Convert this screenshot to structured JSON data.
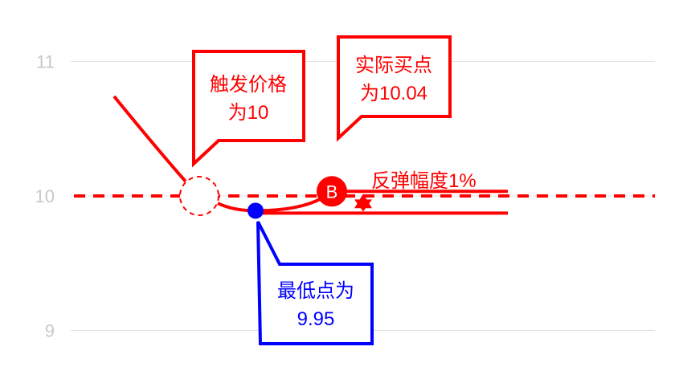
{
  "chart_data": {
    "type": "line",
    "title": "",
    "ylim": [
      9,
      11
    ],
    "y_ticks": [
      "9",
      "10",
      "11"
    ],
    "y_tick_values": [
      9,
      10,
      11
    ],
    "grid": true,
    "trigger_price": 10,
    "low_price": 9.95,
    "buy_price": 10.04,
    "buy_marker": "B",
    "rebound_label": "反弹幅度1%",
    "annotations": {
      "trigger": [
        "触发价格",
        "为10"
      ],
      "buy": [
        "实际买点",
        "为10.04"
      ],
      "low": [
        "最低点为",
        "9.95"
      ]
    }
  },
  "colors": {
    "red": "#ff0000",
    "blue": "#0000ff",
    "grid": "#e0e0e0",
    "tick": "#c8c8c8"
  }
}
